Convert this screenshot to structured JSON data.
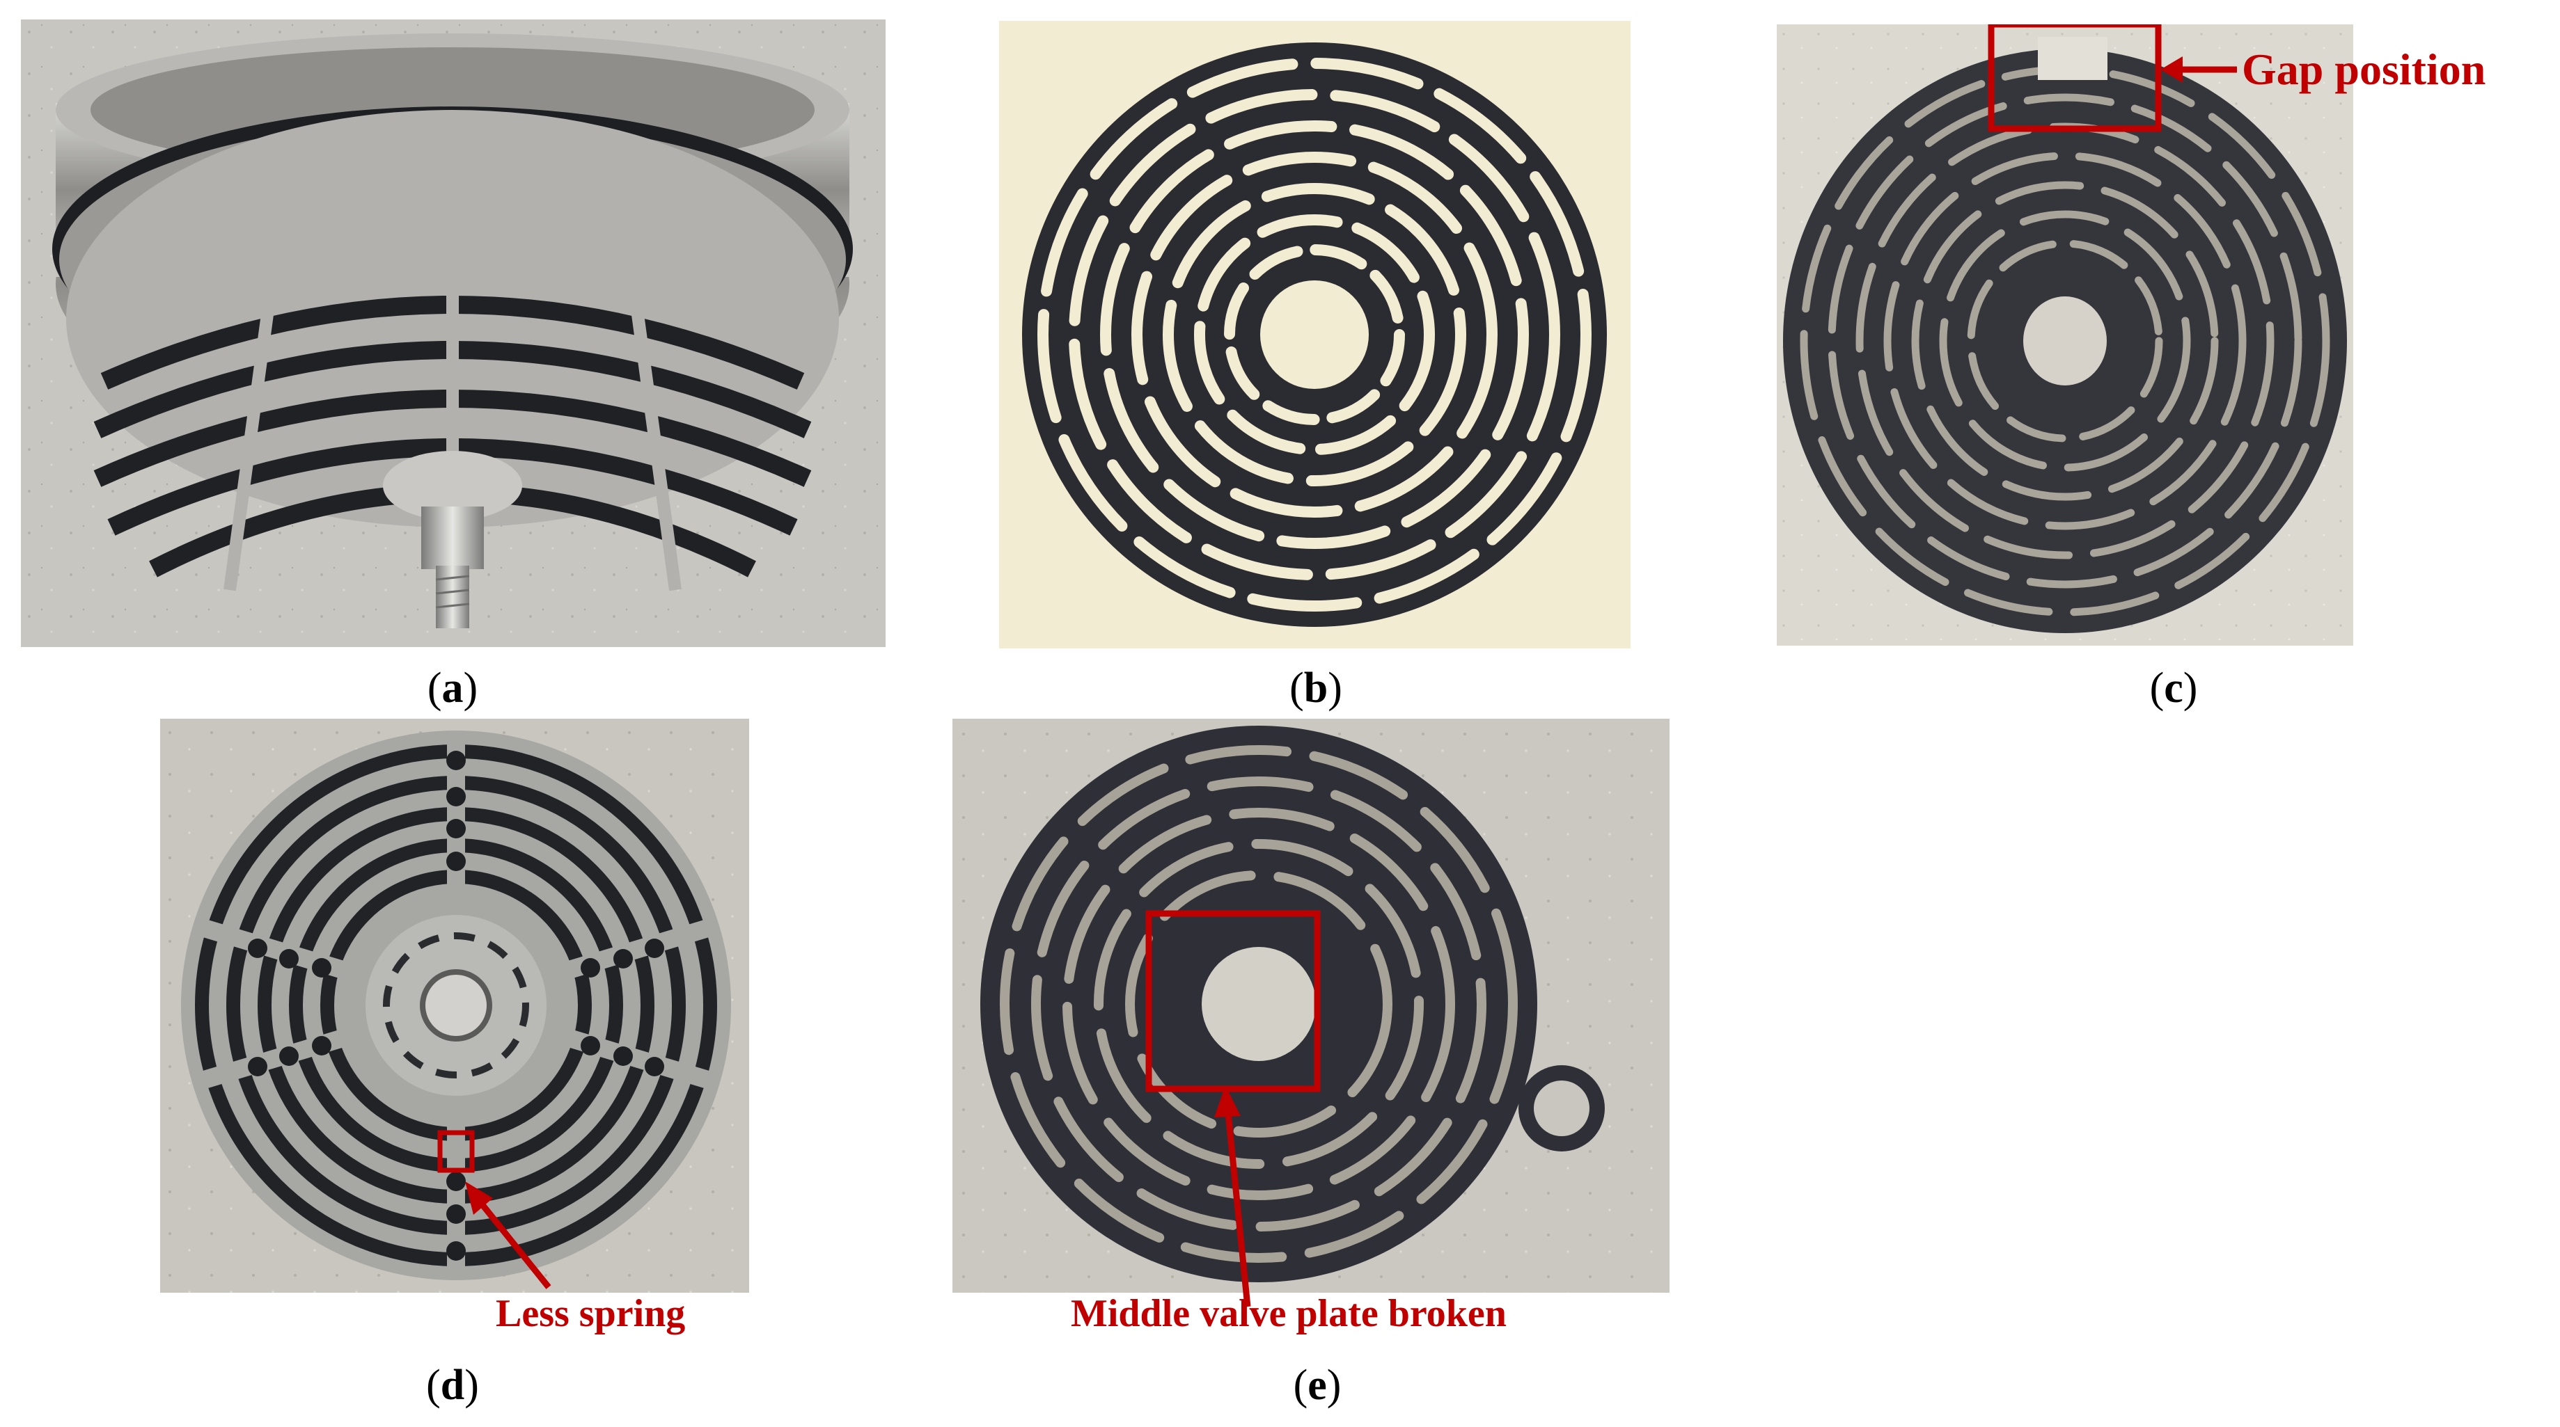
{
  "panels": {
    "a": {
      "caption_letter": "a"
    },
    "b": {
      "caption_letter": "b"
    },
    "c": {
      "caption_letter": "c",
      "annotation": "Gap position"
    },
    "d": {
      "caption_letter": "d",
      "annotation": "Less spring"
    },
    "e": {
      "caption_letter": "e",
      "annotation": "Middle valve plate broken"
    }
  },
  "colors": {
    "annotation_red": "#c00000",
    "concrete": "#c9c6c0",
    "plate_black": "#2b2c31",
    "steel": "#a9a9a6"
  }
}
